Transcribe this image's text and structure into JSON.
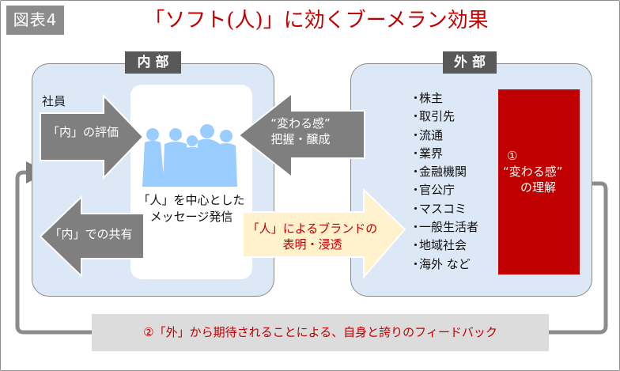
{
  "badge": "図表4",
  "title": "「ソフト(人)」に効くブーメラン効果",
  "internal": {
    "tab": "内部",
    "employees_label": "社員",
    "center_line1": "「人」を中心とした",
    "center_line2": "メッセージ発信",
    "evaluation_arrow": "「内」の評価",
    "sharing_arrow": "「内」での共有"
  },
  "external": {
    "tab": "外部",
    "change_arrow_line1": "“変わる感”",
    "change_arrow_line2": "把握・醸成",
    "stakeholders": [
      "株主",
      "取引先",
      "流通",
      "業界",
      "金融機関",
      "官公庁",
      "マスコミ",
      "一般生活者",
      "地域社会",
      "海外 など"
    ],
    "bullet": "・",
    "red_box": {
      "number": "①",
      "line1": "“変わる感”",
      "line2": "の理解"
    }
  },
  "brand_arrow": {
    "line1": "「人」によるブランドの",
    "line2": "表明・浸透"
  },
  "feedback": "②「外」から期待されることによる、自身と誇りのフィードバック",
  "colors": {
    "accent_red": "#c00000",
    "panel_bg": "#dce8f5",
    "arrow_gray": "#7f7f7f",
    "tab_dark": "#595959",
    "brand_arrow_bg": "#fff2cc",
    "people_blue": "#99ccff",
    "feedback_bg": "#dcdcdc"
  }
}
